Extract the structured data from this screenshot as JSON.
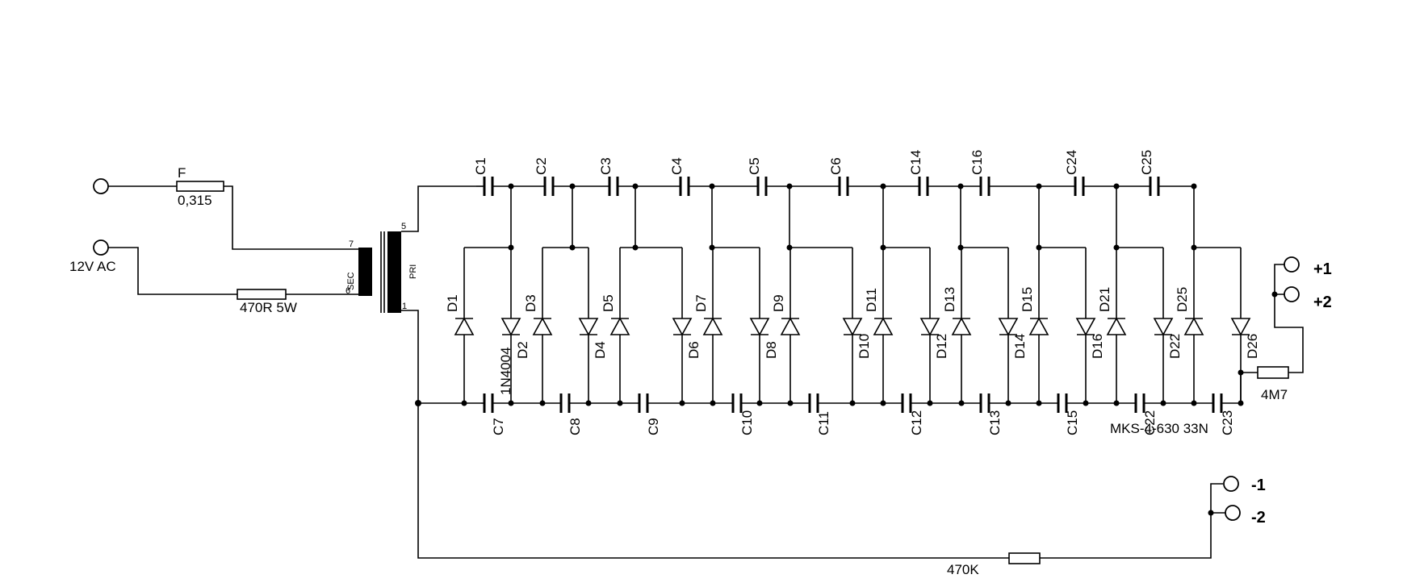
{
  "input": {
    "fuse_label": "F",
    "fuse_value": "0,315",
    "ac_label": "12V AC",
    "series_resistor": "470R 5W"
  },
  "transformer": {
    "sec_label": "SEC",
    "pri_label": "PRI",
    "pin7": "7",
    "pin6": "6",
    "pin5": "5",
    "pin1": "1"
  },
  "top_capacitors": [
    "C1",
    "C2",
    "C3",
    "C4",
    "C5",
    "C6",
    "C14",
    "C16",
    "C24",
    "C25"
  ],
  "bottom_capacitors": [
    "C7",
    "C8",
    "C9",
    "C10",
    "C11",
    "C12",
    "C13",
    "C15",
    "C22",
    "C23"
  ],
  "diode_pairs": [
    [
      "D1",
      "D2"
    ],
    [
      "D3",
      "D4"
    ],
    [
      "D5",
      "D6"
    ],
    [
      "D7",
      "D8"
    ],
    [
      "D9",
      "D10"
    ],
    [
      "D11",
      "D12"
    ],
    [
      "D13",
      "D14"
    ],
    [
      "D15",
      "D16"
    ],
    [
      "D21",
      "D22"
    ],
    [
      "D25",
      "D26"
    ]
  ],
  "diode_type": "1N4004",
  "capacitor_type": "MKS-4-630 33N",
  "output": {
    "resistor_pos": "4M7",
    "resistor_neg": "470K",
    "pos1": "+1",
    "pos2": "+2",
    "neg1": "-1",
    "neg2": "-2"
  }
}
